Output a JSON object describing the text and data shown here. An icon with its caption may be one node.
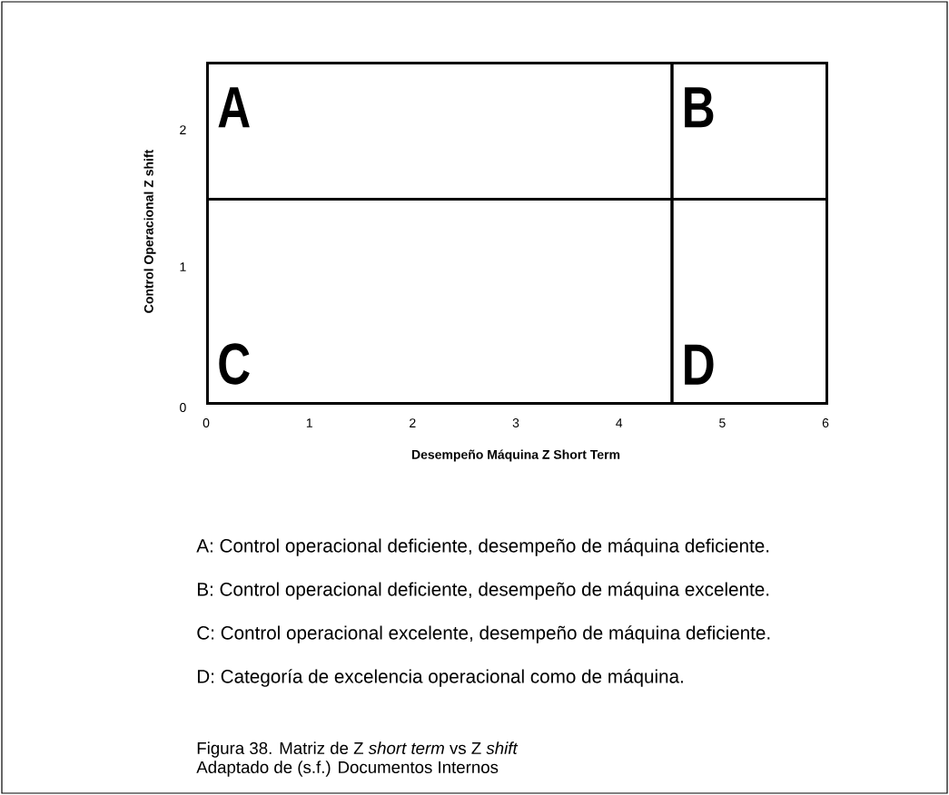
{
  "diagram": {
    "caption": "Figura 38. Matriz de Z *short term* vs Z *shift*",
    "nodes": [
      {
        "text": [
          "A"
        ]
      },
      {
        "text": [
          "B"
        ]
      },
      {
        "text": [
          "C"
        ]
      },
      {
        "text": [
          "D"
        ]
      }
    ],
    "labels": [
      "2",
      "1",
      "0",
      "0",
      "1",
      "2",
      "3",
      "4",
      "5",
      "6",
      "Control Operacional Z shift",
      "Desempeño Máquina Z Short Term",
      "A: Control operacional deficiente, desempeño de máquina deficiente.",
      "B: Control operacional deficiente, desempeño de máquina excelente.",
      "C: Control operacional excelente, desempeño de máquina deficiente.",
      "D: Categoría de excelencia operacional como de máquina.",
      "Adaptado de (s.f.) Documentos Internos"
    ]
  }
}
